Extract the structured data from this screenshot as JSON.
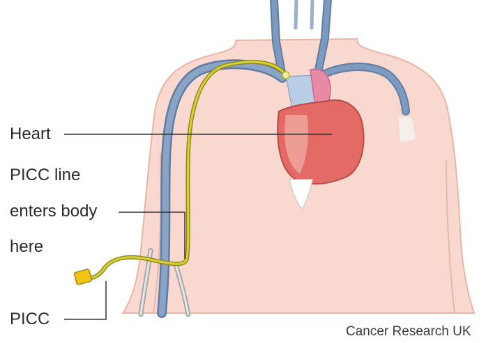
{
  "labels": {
    "heart": "Heart",
    "picc_line_1": "PICC line",
    "picc_line_2": "enters body",
    "picc_line_3": "here",
    "picc": "PICC"
  },
  "credit": "Cancer Research UK",
  "colors": {
    "skin": "#f9d9cf",
    "skin_outline": "#e8b6a6",
    "vein": "#7e9bbf",
    "vein_outline": "#5f7ca3",
    "catheter": "#d6d03a",
    "catheter_outline": "#8f8a1a",
    "heart_red": "#e46a66",
    "heart_pink": "#e88aa6",
    "heart_blue": "#b9cde6",
    "connector": "#f2c418",
    "leader_line": "#333333"
  }
}
